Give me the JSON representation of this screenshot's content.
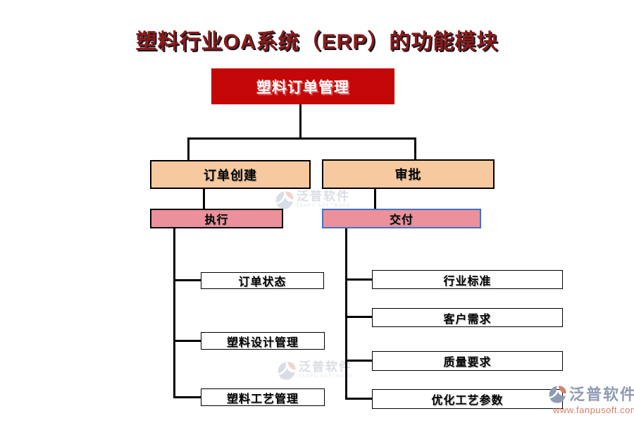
{
  "page": {
    "title": "塑料行业OA系统（ERP）的功能模块"
  },
  "diagram": {
    "type": "org-chart",
    "root": "塑料订单管理",
    "level2": [
      "订单创建",
      "审批"
    ],
    "level3": [
      "执行",
      "交付"
    ],
    "exec_items": [
      "订单状态",
      "塑料设计管理",
      "塑料工艺管理"
    ],
    "delivery_items": [
      "行业标准",
      "客户需求",
      "质量要求",
      "优化工艺参数"
    ]
  },
  "brand": {
    "name": "泛普软件",
    "name_en": "FANPU SOFTWARE",
    "website": "www.fanpusoft.com"
  },
  "colors": {
    "root_box": "#c40707",
    "root_text": "#ffffff",
    "level2_box": "#f7c99e",
    "level3_box": "#ec909c",
    "deliver_border": "#4472c4",
    "title_text": "#8a1b1b",
    "connector": "#000000",
    "brand_text": "#8e9bb3",
    "website_text": "#d97e62"
  }
}
